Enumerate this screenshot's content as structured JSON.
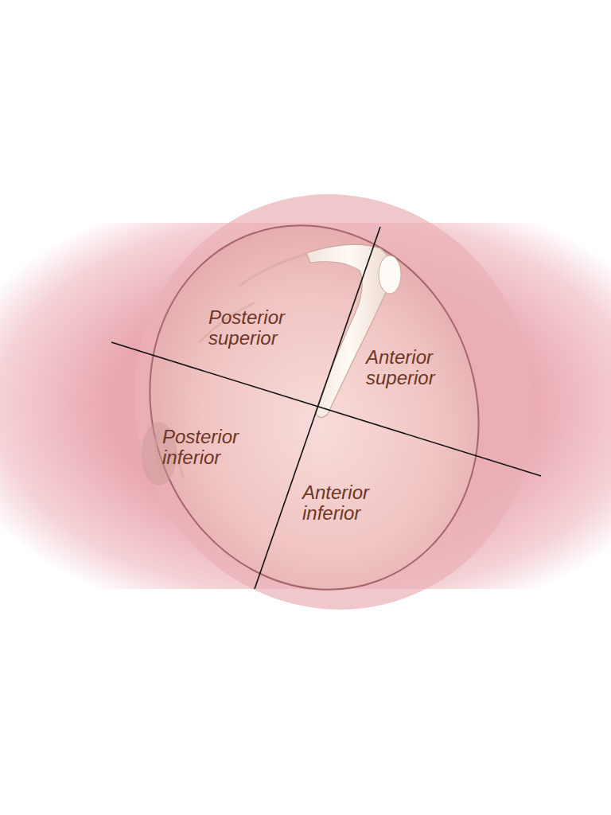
{
  "diagram": {
    "labels": [
      "Posterior superior",
      "Anterior superior",
      "Posterior inferior",
      "Anterior inferior"
    ]
  }
}
